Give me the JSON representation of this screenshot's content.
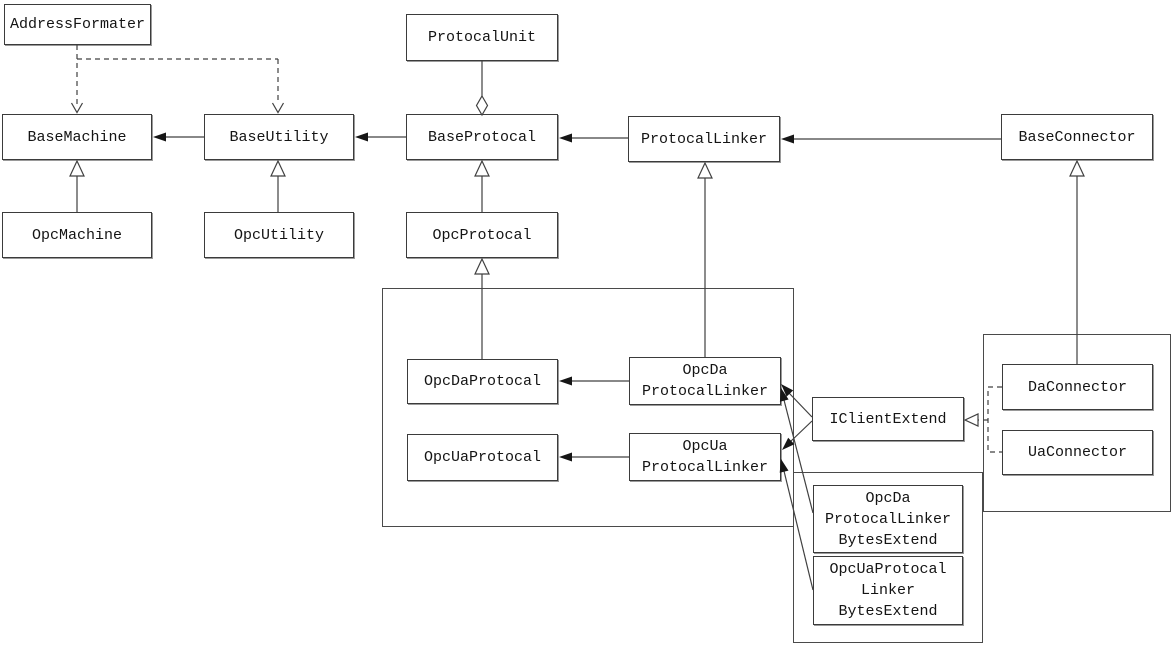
{
  "diagram": {
    "kind": "uml-class-diagram",
    "colors": {
      "background": "#ffffff",
      "box_border": "#3b3b3b",
      "box_shadow": "#9a9a9a",
      "line": "#404040",
      "text": "#141414",
      "arrow_fill": "#161616"
    },
    "nodes": {
      "address_formater": {
        "label": "AddressFormater"
      },
      "base_machine": {
        "label": "BaseMachine"
      },
      "base_utility": {
        "label": "BaseUtility"
      },
      "protocal_unit": {
        "label": "ProtocalUnit"
      },
      "base_protocal": {
        "label": "BaseProtocal"
      },
      "protocal_linker": {
        "label": "ProtocalLinker"
      },
      "base_connector": {
        "label": "BaseConnector"
      },
      "opc_machine": {
        "label": "OpcMachine"
      },
      "opc_utility": {
        "label": "OpcUtility"
      },
      "opc_protocal": {
        "label": "OpcProtocal"
      },
      "opc_da_protocal": {
        "label": "OpcDaProtocal"
      },
      "opc_da_protocal_linker": {
        "label": "OpcDa\nProtocalLinker"
      },
      "opc_ua_protocal": {
        "label": "OpcUaProtocal"
      },
      "opc_ua_protocal_linker": {
        "label": "OpcUa\nProtocalLinker"
      },
      "iclient_extend": {
        "label": "IClientExtend"
      },
      "da_connector": {
        "label": "DaConnector"
      },
      "ua_connector": {
        "label": "UaConnector"
      },
      "opc_da_protocal_linker_bytes_extend": {
        "label": "OpcDa\nProtocalLinker\nBytesExtend"
      },
      "opc_ua_protocal_linker_bytes_extend": {
        "label": "OpcUaProtocal\nLinker\nBytesExtend"
      }
    },
    "edges": [
      {
        "from": "AddressFormater",
        "to": "BaseMachine",
        "type": "dependency",
        "style": "dashed-open-arrow"
      },
      {
        "from": "AddressFormater",
        "to": "BaseUtility",
        "type": "dependency",
        "style": "dashed-open-arrow"
      },
      {
        "from": "OpcMachine",
        "to": "BaseMachine",
        "type": "inheritance",
        "style": "solid-hollow-triangle"
      },
      {
        "from": "OpcUtility",
        "to": "BaseUtility",
        "type": "inheritance",
        "style": "solid-hollow-triangle"
      },
      {
        "from": "OpcProtocal",
        "to": "BaseProtocal",
        "type": "inheritance",
        "style": "solid-hollow-triangle"
      },
      {
        "from": "OpcDaProtocal",
        "to": "OpcProtocal",
        "type": "inheritance",
        "style": "solid-hollow-triangle"
      },
      {
        "from": "OpcDaProtocalLinker",
        "to": "ProtocalLinker",
        "type": "inheritance",
        "style": "solid-hollow-triangle"
      },
      {
        "from": "DaConnector",
        "to": "BaseConnector",
        "type": "inheritance",
        "style": "solid-hollow-triangle"
      },
      {
        "from": "ProtocalUnit",
        "to": "BaseProtocal",
        "type": "aggregation",
        "style": "solid-hollow-diamond"
      },
      {
        "from": "BaseUtility",
        "to": "BaseMachine",
        "type": "association",
        "style": "solid-filled-arrow"
      },
      {
        "from": "BaseProtocal",
        "to": "BaseUtility",
        "type": "association",
        "style": "solid-filled-arrow"
      },
      {
        "from": "ProtocalLinker",
        "to": "BaseProtocal",
        "type": "association",
        "style": "solid-filled-arrow"
      },
      {
        "from": "BaseConnector",
        "to": "ProtocalLinker",
        "type": "association",
        "style": "solid-filled-arrow"
      },
      {
        "from": "OpcDaProtocalLinker",
        "to": "OpcDaProtocal",
        "type": "association",
        "style": "solid-filled-arrow"
      },
      {
        "from": "OpcUaProtocalLinker",
        "to": "OpcUaProtocal",
        "type": "association",
        "style": "solid-filled-arrow"
      },
      {
        "from": "IClientExtend",
        "to": "OpcDaProtocalLinker",
        "type": "association",
        "style": "solid-filled-arrow"
      },
      {
        "from": "IClientExtend",
        "to": "OpcUaProtocalLinker",
        "type": "association",
        "style": "solid-filled-arrow"
      },
      {
        "from": "OpcDaProtocalLinkerBytesExtend",
        "to": "OpcDaProtocalLinker",
        "type": "association",
        "style": "solid-filled-arrow"
      },
      {
        "from": "OpcUaProtocalLinkerBytesExtend",
        "to": "OpcUaProtocalLinker",
        "type": "association",
        "style": "solid-filled-arrow"
      },
      {
        "from": "DaConnector",
        "to": "IClientExtend",
        "type": "realization",
        "style": "dashed-hollow-triangle"
      },
      {
        "from": "UaConnector",
        "to": "IClientExtend",
        "type": "realization",
        "style": "dashed-hollow-triangle"
      }
    ],
    "groups": [
      {
        "name": "opc-protocal-linker-group",
        "members": [
          "OpcDaProtocal",
          "OpcDaProtocalLinker",
          "OpcUaProtocal",
          "OpcUaProtocalLinker"
        ]
      },
      {
        "name": "connector-group",
        "members": [
          "DaConnector",
          "UaConnector"
        ]
      },
      {
        "name": "bytes-extend-group",
        "members": [
          "OpcDaProtocalLinkerBytesExtend",
          "OpcUaProtocalLinkerBytesExtend"
        ]
      }
    ]
  }
}
